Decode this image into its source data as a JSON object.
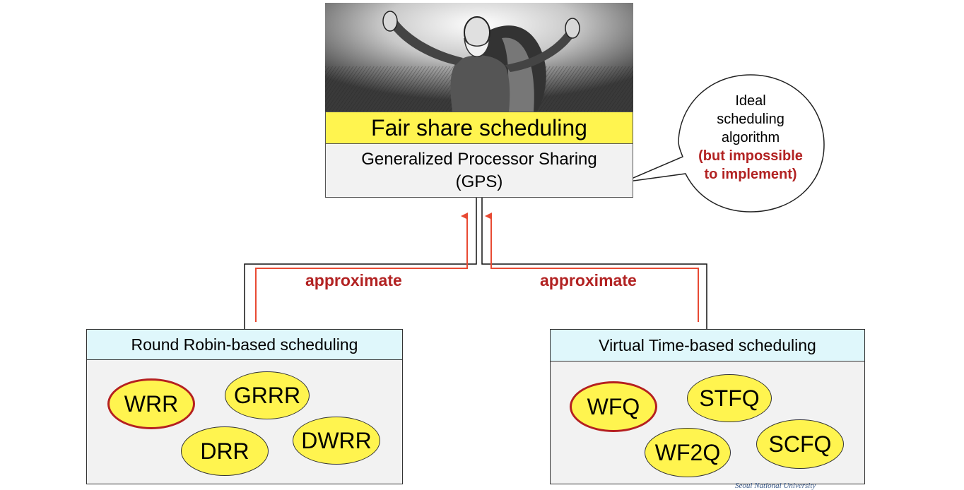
{
  "top": {
    "title": "Fair share scheduling",
    "subtitle_line1": "Generalized Processor Sharing",
    "subtitle_line2": "(GPS)"
  },
  "bubble": {
    "line1": "Ideal",
    "line2": "scheduling",
    "line3": "algorithm",
    "red_line1": "(but impossible",
    "red_line2": "to implement)"
  },
  "arrows": {
    "left_label": "approximate",
    "right_label": "approximate"
  },
  "groups": [
    {
      "title": "Round Robin-based scheduling",
      "items": [
        {
          "label": "WRR",
          "highlighted": true
        },
        {
          "label": "GRRR",
          "highlighted": false
        },
        {
          "label": "DRR",
          "highlighted": false
        },
        {
          "label": "DWRR",
          "highlighted": false
        }
      ]
    },
    {
      "title": "Virtual Time-based scheduling",
      "items": [
        {
          "label": "WFQ",
          "highlighted": true
        },
        {
          "label": "STFQ",
          "highlighted": false
        },
        {
          "label": "WF2Q",
          "highlighted": false
        },
        {
          "label": "SCFQ",
          "highlighted": false
        }
      ]
    }
  ],
  "footer": {
    "watermark": "Seoul National University"
  },
  "colors": {
    "yellow": "#fff44f",
    "red": "#b22222",
    "arrow": "#e84a33",
    "cyan": "#dff7fb",
    "gray": "#f2f2f2"
  }
}
